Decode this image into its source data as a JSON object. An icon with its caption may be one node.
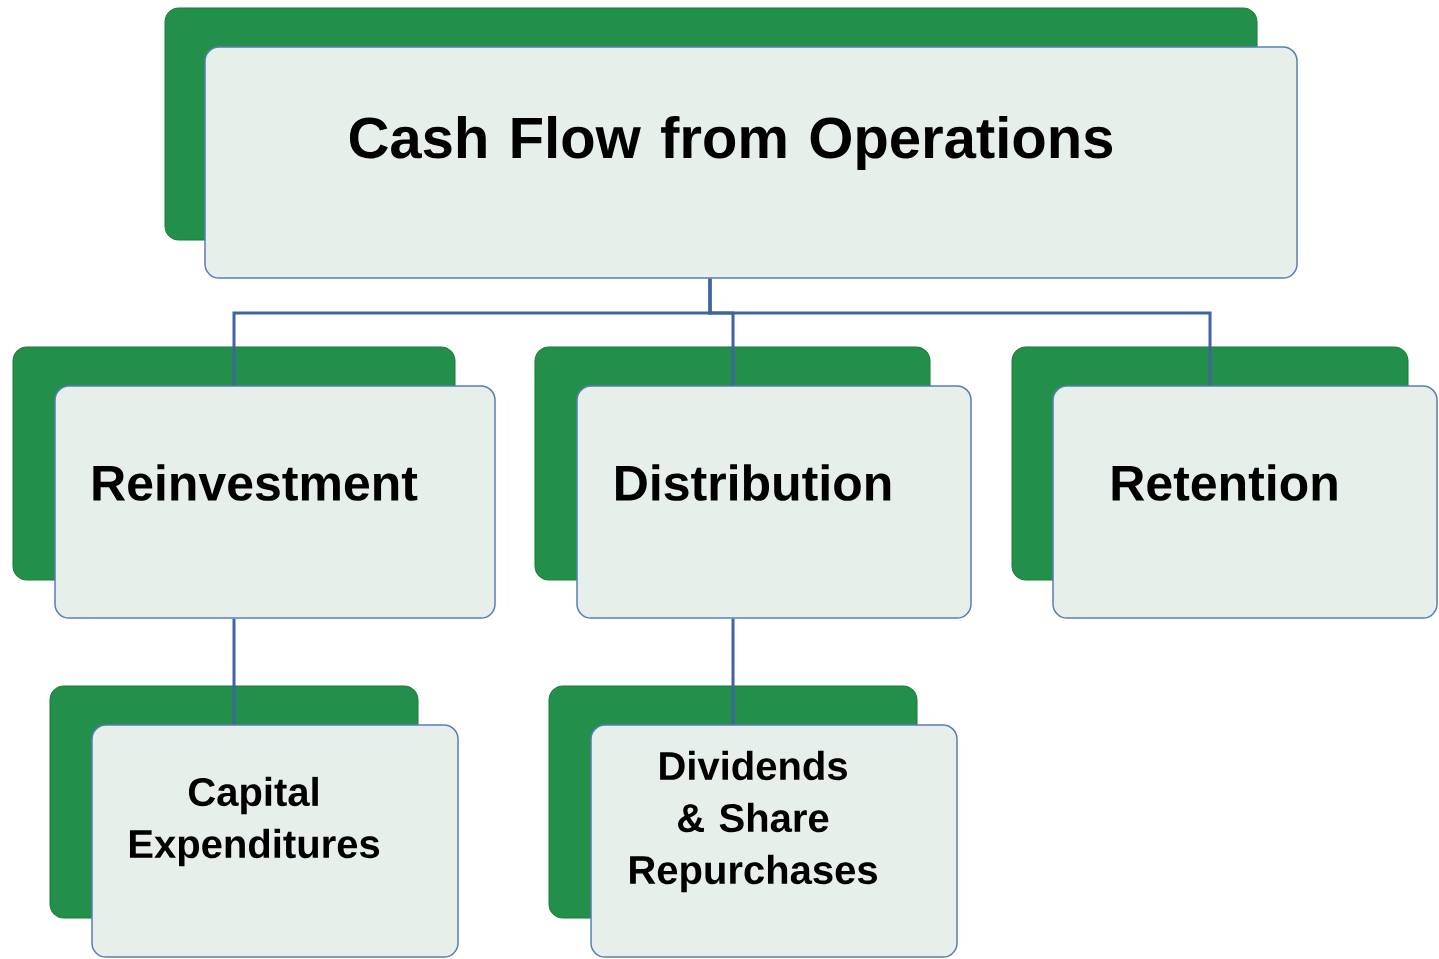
{
  "diagram": {
    "nodes": [
      {
        "text": [
          "Cash Flow from Operations"
        ]
      },
      {
        "text": [
          "Reinvestment"
        ]
      },
      {
        "text": [
          "Distribution"
        ]
      },
      {
        "text": [
          "Retention"
        ]
      },
      {
        "text": [
          "Capital Expenditures"
        ]
      },
      {
        "text": [
          "Dividends & Share Repurchases"
        ]
      }
    ],
    "edges": [
      {
        "from": 0,
        "to": 1,
        "arrow": "none"
      },
      {
        "from": 0,
        "to": 2,
        "arrow": "none"
      },
      {
        "from": 0,
        "to": 3,
        "arrow": "none"
      },
      {
        "from": 1,
        "to": 4,
        "arrow": "none"
      },
      {
        "from": 2,
        "to": 5,
        "arrow": "none"
      }
    ]
  }
}
